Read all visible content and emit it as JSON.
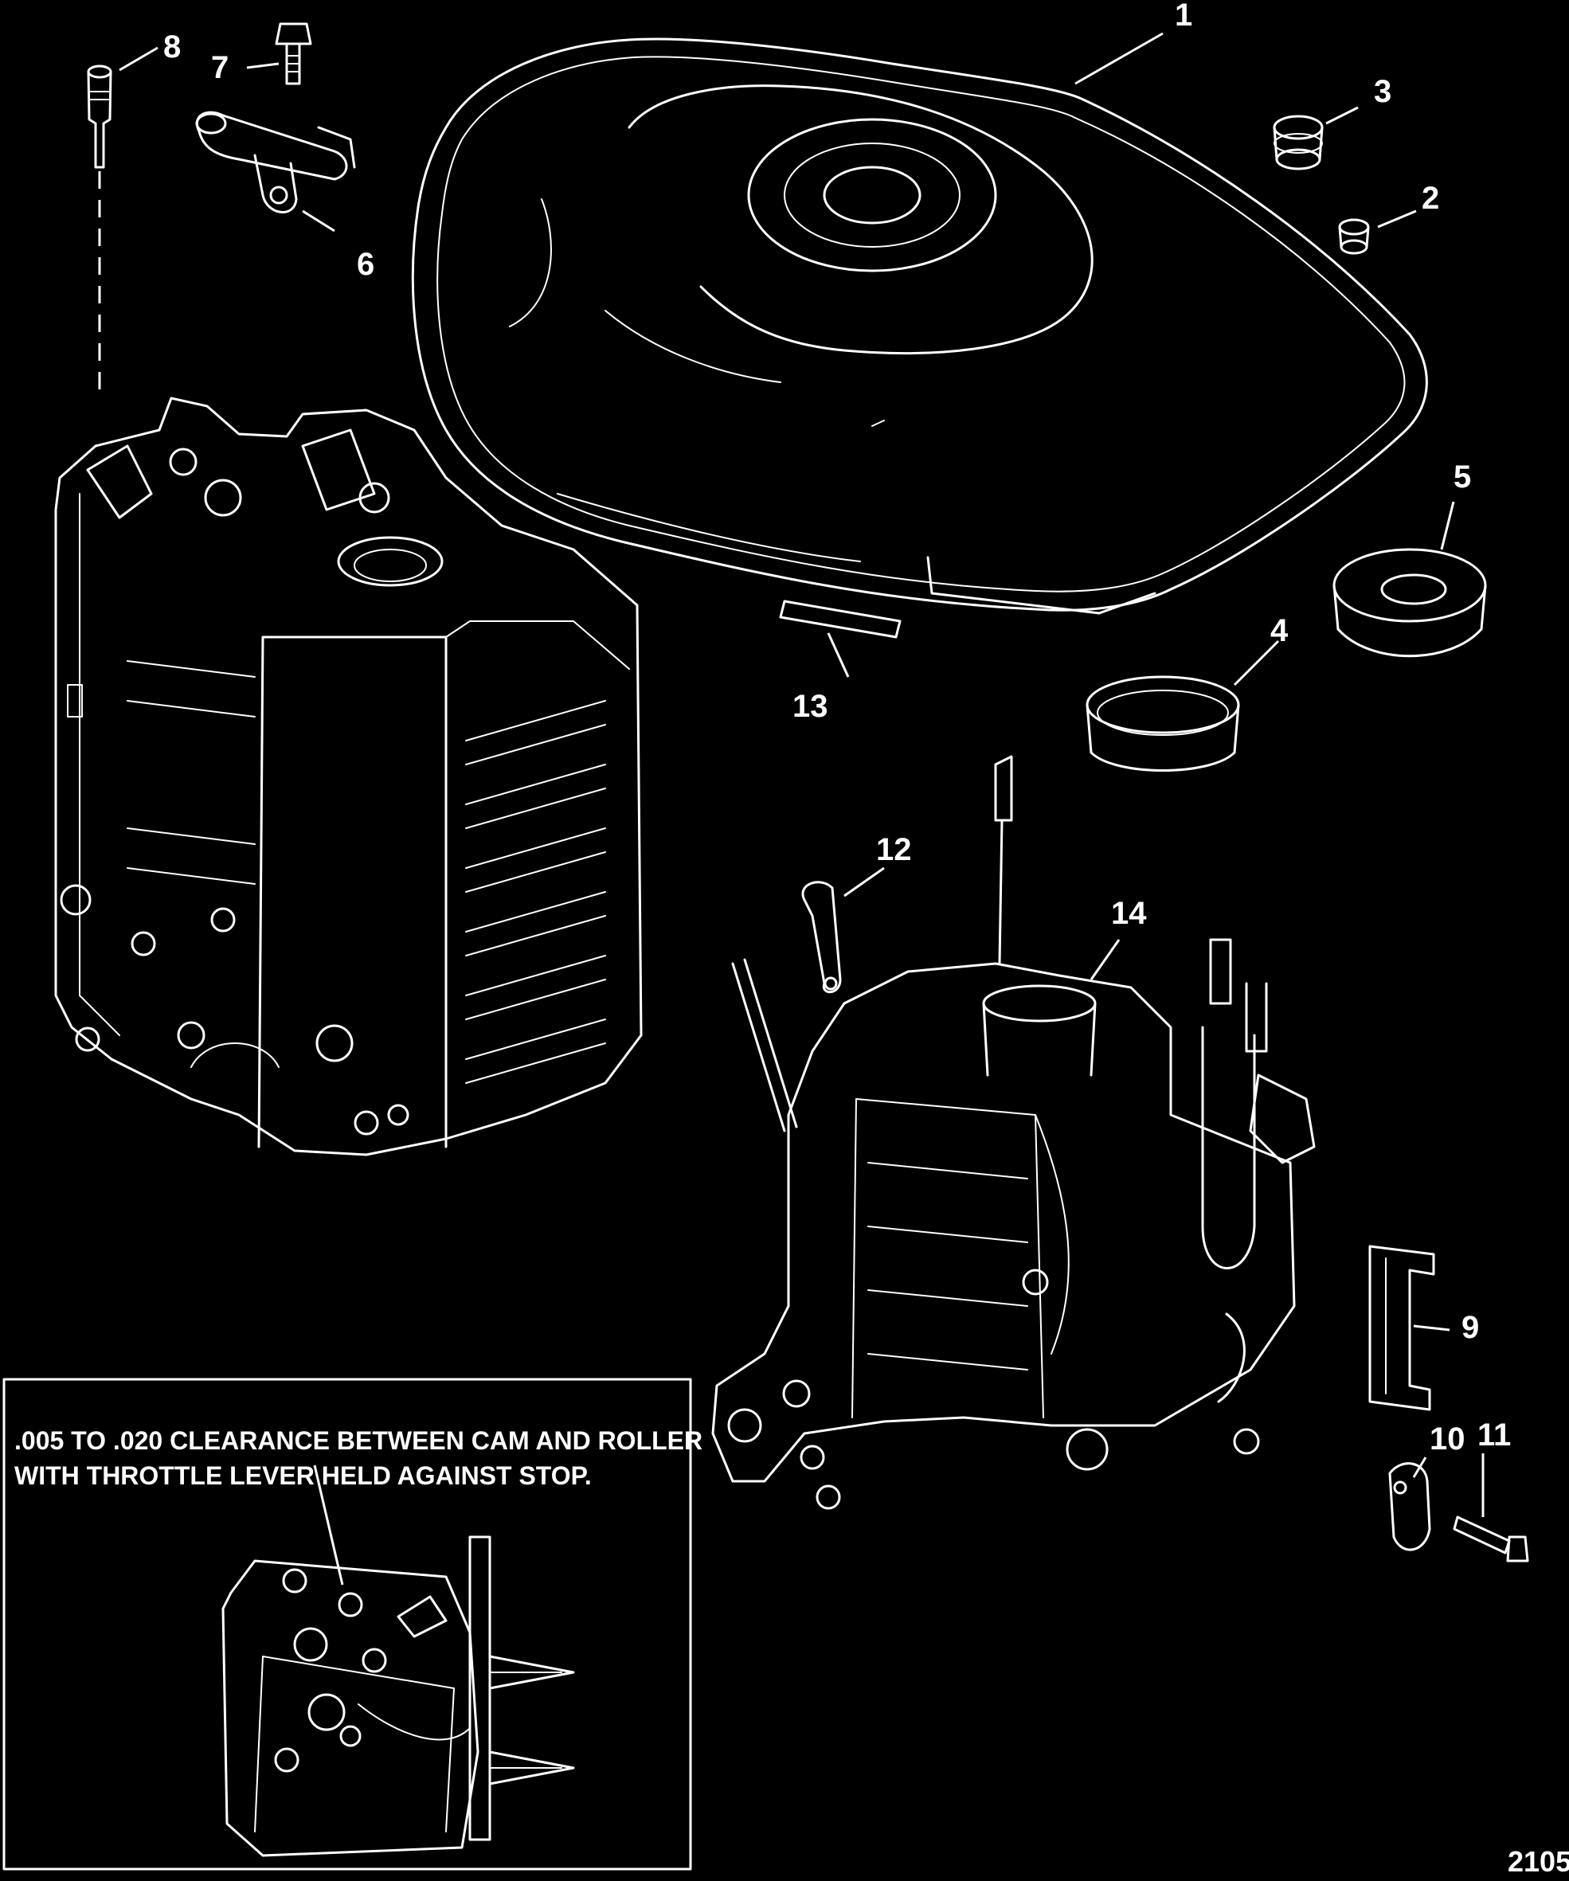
{
  "callouts": [
    {
      "id": "1",
      "label": "1"
    },
    {
      "id": "2",
      "label": "2"
    },
    {
      "id": "3",
      "label": "3"
    },
    {
      "id": "4",
      "label": "4"
    },
    {
      "id": "5",
      "label": "5"
    },
    {
      "id": "6",
      "label": "6"
    },
    {
      "id": "7",
      "label": "7"
    },
    {
      "id": "8",
      "label": "8"
    },
    {
      "id": "9",
      "label": "9"
    },
    {
      "id": "10",
      "label": "10"
    },
    {
      "id": "11",
      "label": "11"
    },
    {
      "id": "12",
      "label": "12"
    },
    {
      "id": "13",
      "label": "13"
    },
    {
      "id": "14",
      "label": "14"
    }
  ],
  "detail_note": {
    "line1": ".005 TO .020 CLEARANCE BETWEEN CAM AND ROLLER",
    "line2": "WITH THROTTLE LEVER HELD AGAINST STOP."
  },
  "figure_id": "2105",
  "colors": {
    "background": "#000000",
    "line": "#ffffff"
  }
}
